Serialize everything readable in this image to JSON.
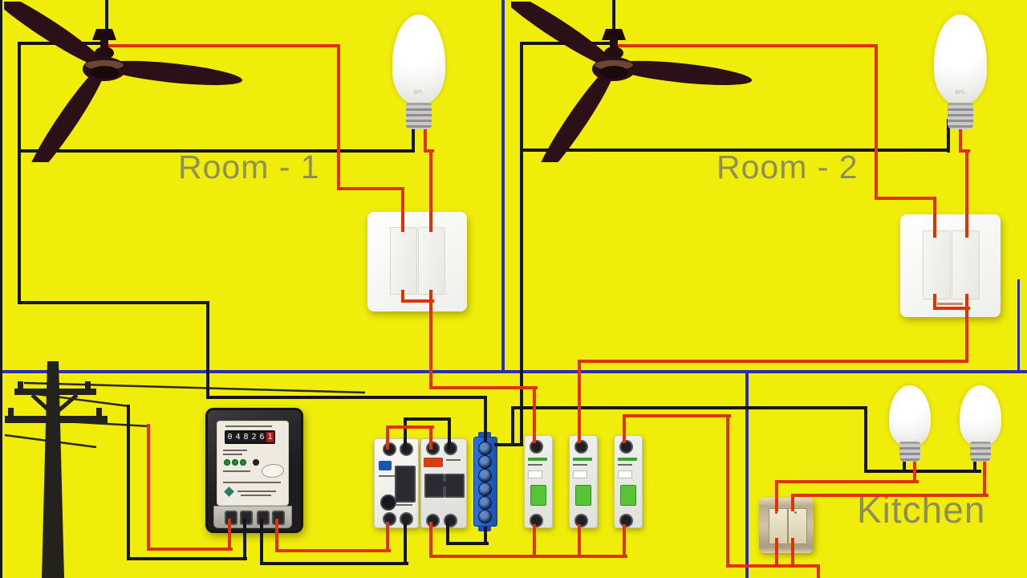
{
  "scene": {
    "type": "electrical-wiring-diagram",
    "labels": {
      "room1": "Room - 1",
      "room2": "Room - 2",
      "kitchen": "Kitchen"
    },
    "bulb_brand": "BPL"
  },
  "colors": {
    "background": "#f1ed0b",
    "phase_wire": "#df3306",
    "neutral_wire": "#161616",
    "divider_line": "#2a2fb2",
    "label_text": "#8e8e5c",
    "fan_body": "#2b1117"
  },
  "meter": {
    "digits": [
      "0",
      "4",
      "8",
      "2",
      "6"
    ],
    "red_digit": "1"
  },
  "components": {
    "room1": [
      "ceiling-fan",
      "led-bulb",
      "two-gang-switch"
    ],
    "room2": [
      "ceiling-fan",
      "led-bulb",
      "two-gang-switch"
    ],
    "kitchen": [
      "led-bulb",
      "led-bulb",
      "two-gang-switch"
    ],
    "panel": [
      "utility-pole",
      "energy-meter",
      "rccb",
      "dp-mcb",
      "neutral-terminal-block",
      "mcb",
      "mcb",
      "mcb"
    ]
  }
}
